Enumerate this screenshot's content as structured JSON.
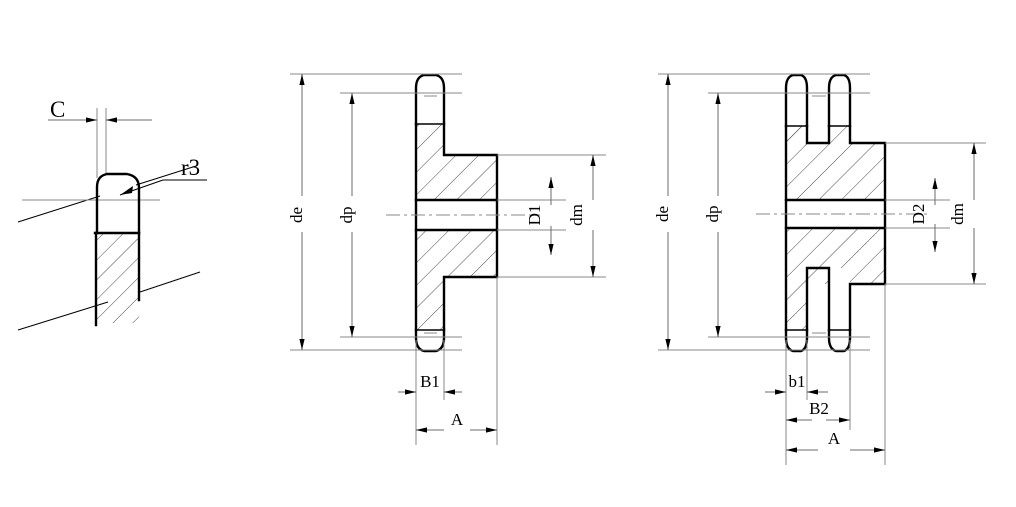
{
  "drawing": {
    "title": "Sprocket dimension drawing",
    "background_color": "#ffffff",
    "line_color": "#000000",
    "dimension_color": "#6b6b6b"
  },
  "views": [
    {
      "id": "tooth-detail",
      "name": "tooth-profile-detail",
      "labels": [
        {
          "key": "C",
          "text": "C",
          "orientation": "horizontal"
        },
        {
          "key": "r3",
          "text": "r3",
          "orientation": "horizontal"
        }
      ]
    },
    {
      "id": "simplex-sprocket",
      "name": "simplex-sprocket-section",
      "labels": [
        {
          "key": "de",
          "text": "de",
          "orientation": "vertical"
        },
        {
          "key": "dp",
          "text": "dp",
          "orientation": "vertical"
        },
        {
          "key": "D1",
          "text": "D1",
          "orientation": "vertical"
        },
        {
          "key": "dm",
          "text": "dm",
          "orientation": "vertical"
        },
        {
          "key": "B1",
          "text": "B1",
          "orientation": "horizontal"
        },
        {
          "key": "A",
          "text": "A",
          "orientation": "horizontal"
        }
      ]
    },
    {
      "id": "duplex-sprocket",
      "name": "duplex-sprocket-section",
      "labels": [
        {
          "key": "de",
          "text": "de",
          "orientation": "vertical"
        },
        {
          "key": "dp",
          "text": "dp",
          "orientation": "vertical"
        },
        {
          "key": "D2",
          "text": "D2",
          "orientation": "vertical"
        },
        {
          "key": "dm",
          "text": "dm",
          "orientation": "vertical"
        },
        {
          "key": "b1",
          "text": "b1",
          "orientation": "horizontal"
        },
        {
          "key": "B2",
          "text": "B2",
          "orientation": "horizontal"
        },
        {
          "key": "A",
          "text": "A",
          "orientation": "horizontal"
        }
      ]
    }
  ],
  "text": {
    "detail": {
      "c": "C",
      "r3": "r3"
    },
    "simplex": {
      "de": "de",
      "dp": "dp",
      "d1": "D1",
      "dm": "dm",
      "b1": "B1",
      "a": "A"
    },
    "duplex": {
      "de": "de",
      "dp": "dp",
      "d2": "D2",
      "dm": "dm",
      "b1": "b1",
      "b2": "B2",
      "a": "A"
    }
  }
}
